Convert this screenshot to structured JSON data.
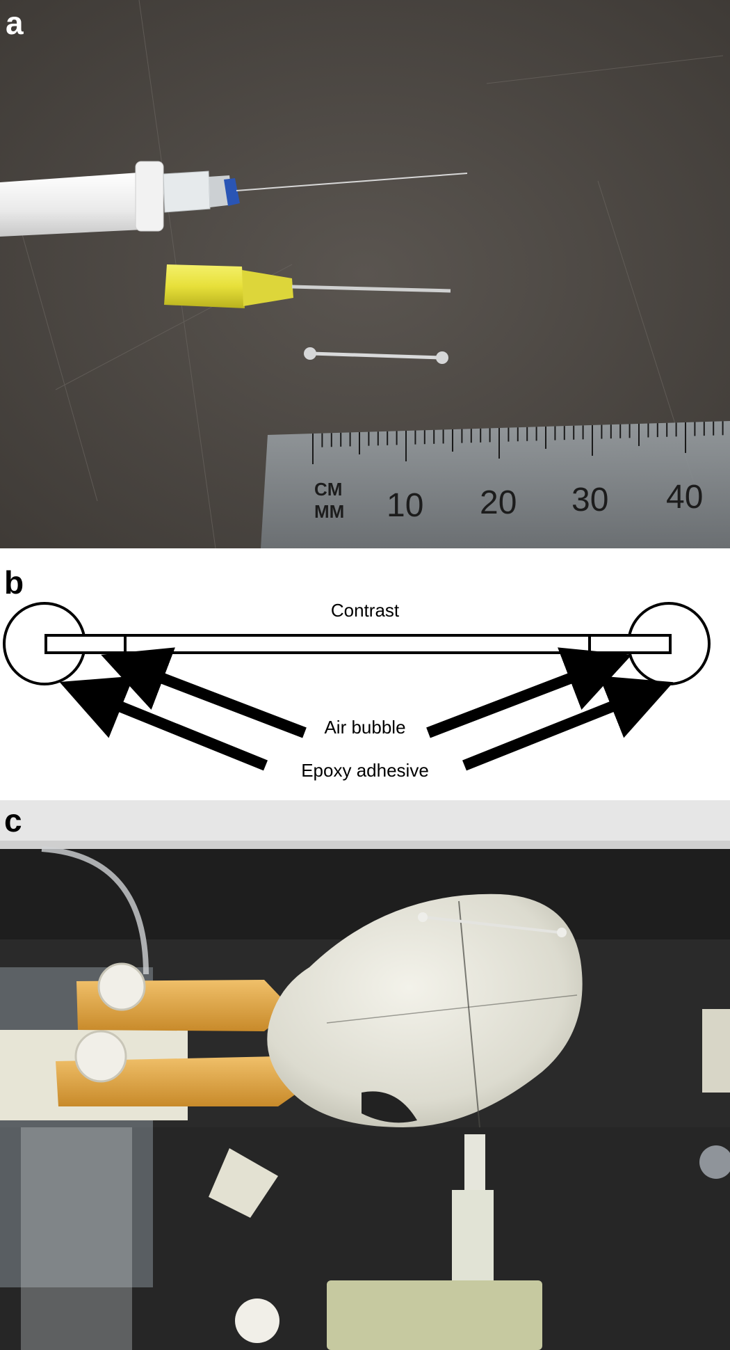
{
  "figure": {
    "panel_a": {
      "letter": "a",
      "ruler": {
        "unit_top": "CM",
        "unit_bottom": "MM",
        "numbers": [
          "10",
          "20",
          "30",
          "40"
        ]
      }
    },
    "panel_b": {
      "letter": "b",
      "label_contrast": "Contrast",
      "label_air_bubble": "Air bubble",
      "label_epoxy": "Epoxy adhesive"
    },
    "panel_c": {
      "letter": "c"
    }
  }
}
